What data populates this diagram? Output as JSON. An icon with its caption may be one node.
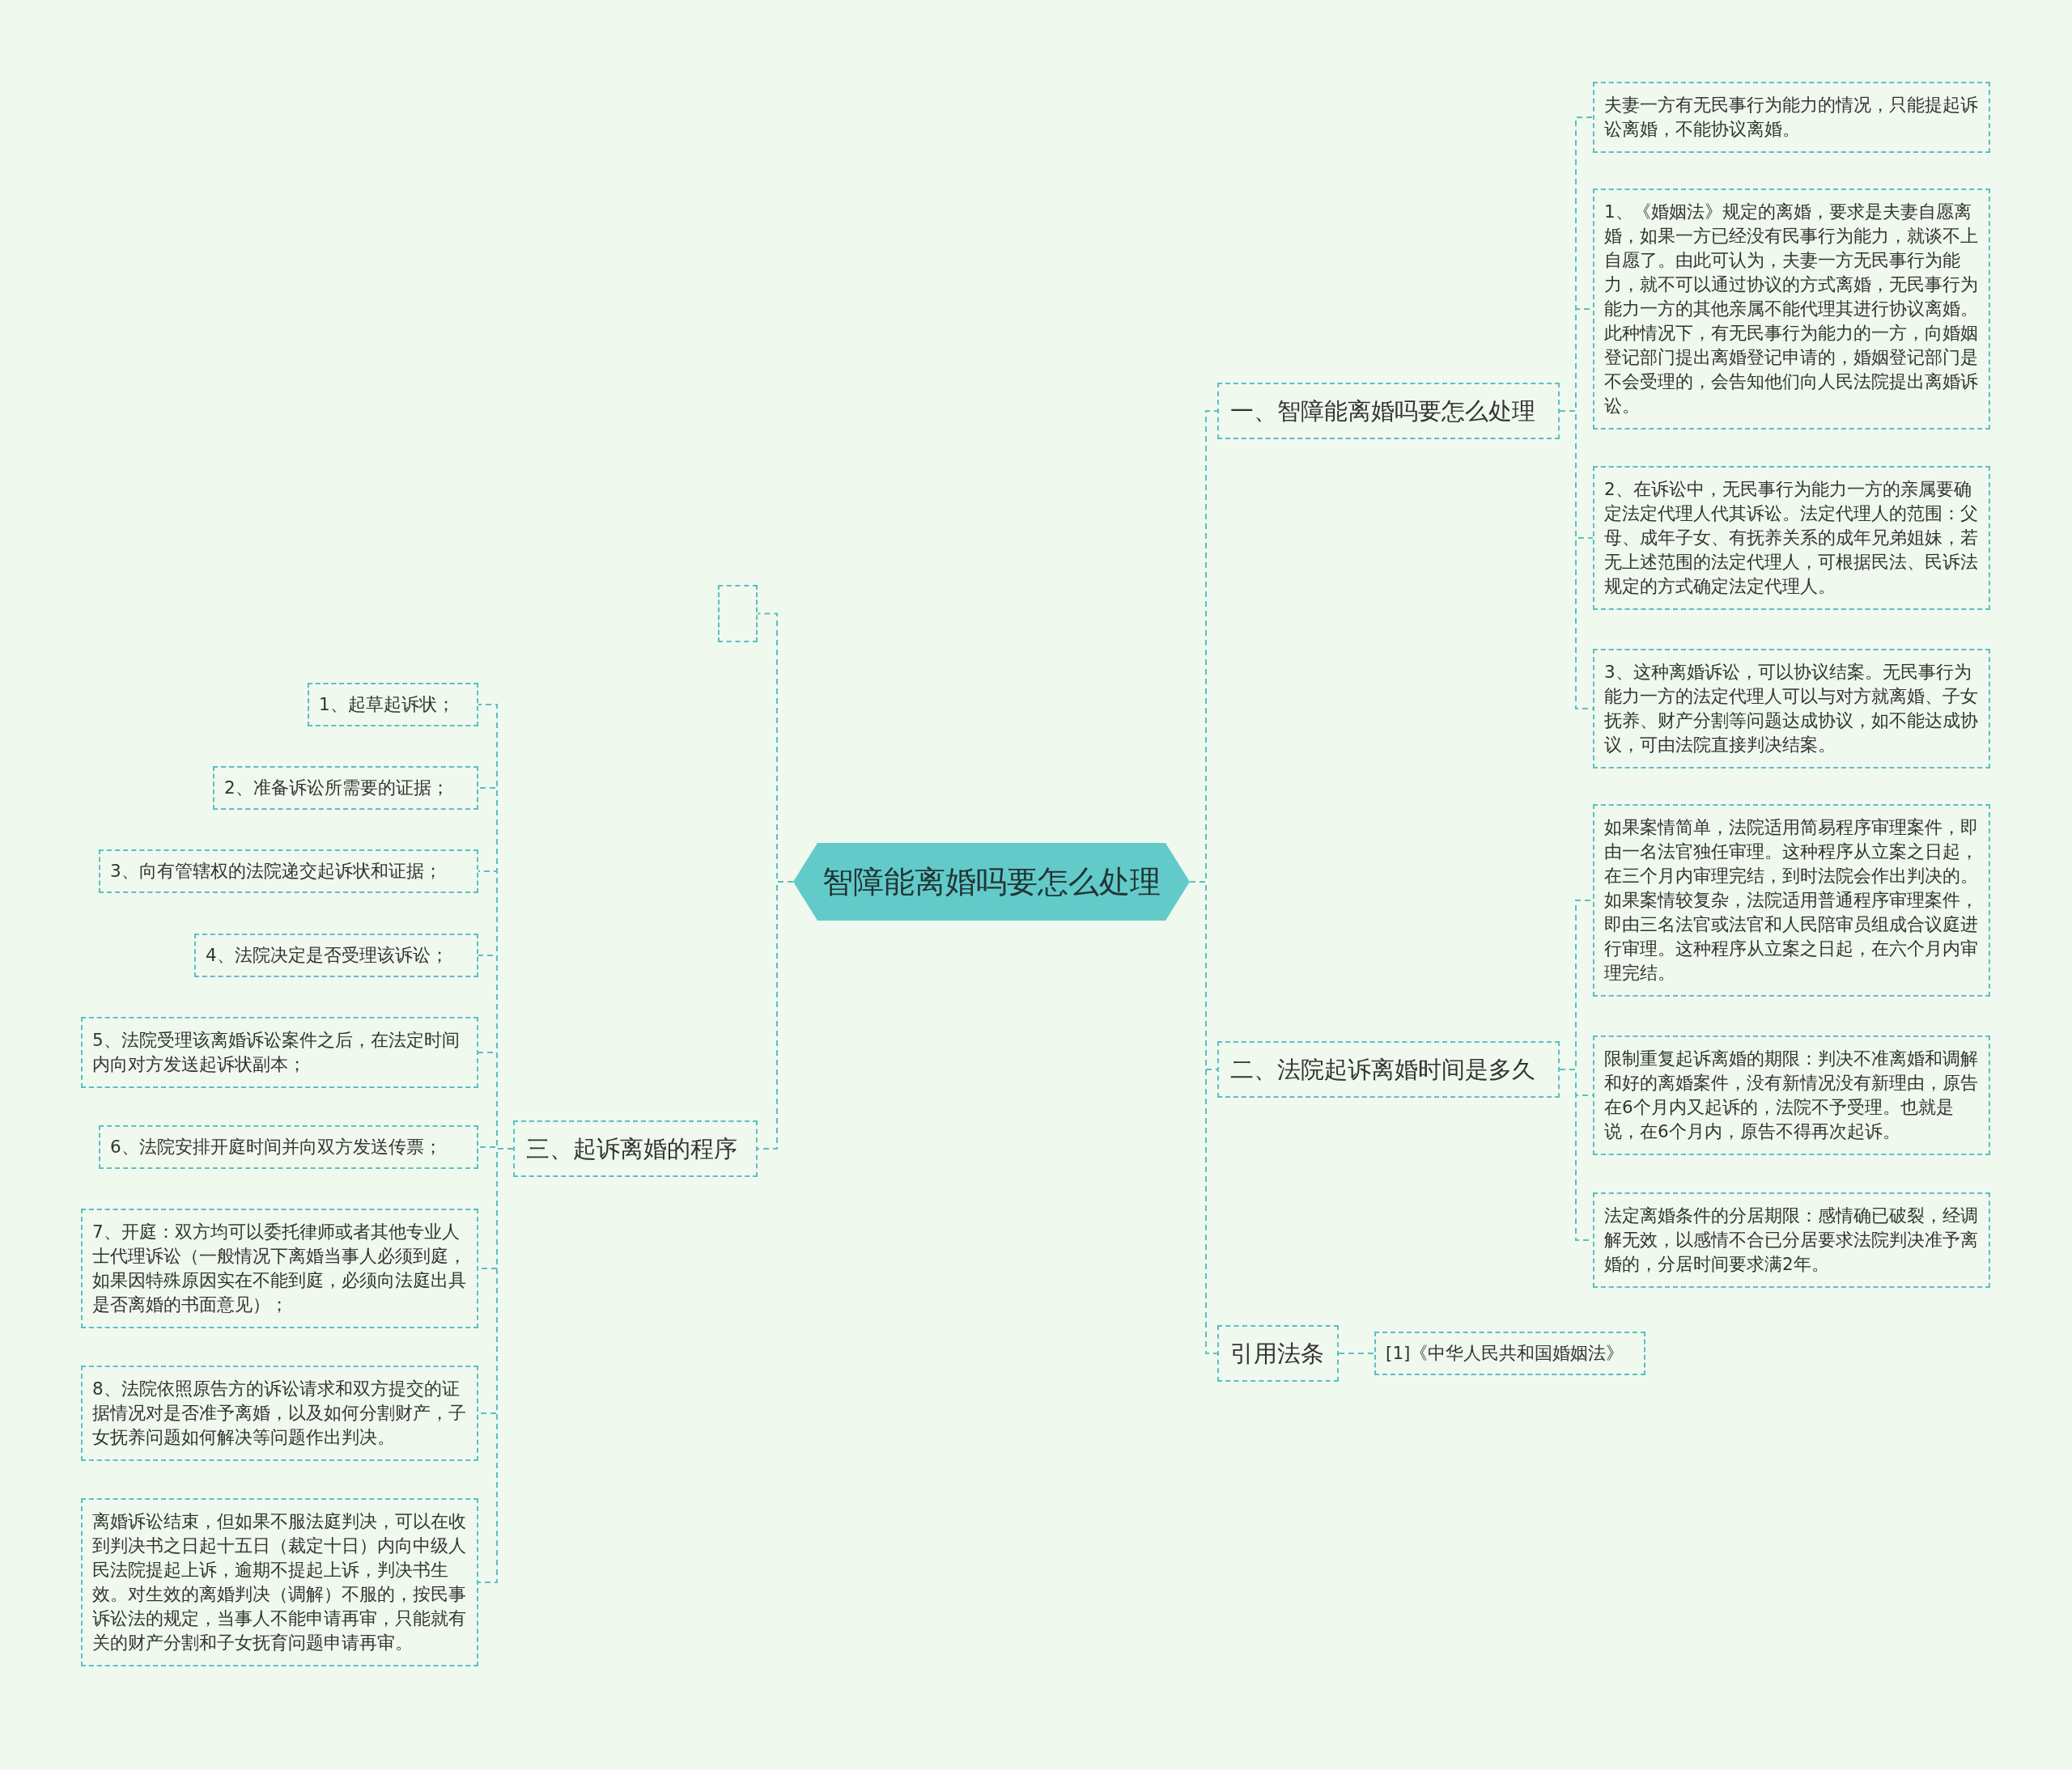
{
  "diagram": {
    "nodes": [
      {
        "text": [
          "智障能离婚吗要怎么处理"
        ]
      },
      {
        "text": [
          "一、智障能离婚吗要怎么处理"
        ]
      },
      {
        "text": [
          "夫妻一方有无民事行为能力的情况，只能提起诉讼离婚，不能协议离婚。"
        ]
      },
      {
        "text": [
          "1、《婚姻法》规定的离婚，要求是夫妻自愿离婚，如果一方已经没有民事行为能力，就谈不上自愿了。由此可认为，夫妻一方无民事行为能力，就不可以通过协议的方式离婚，无民事行为能力一方的其他亲属不能代理其进行协议离婚。此种情况下，有无民事行为能力的一方，向婚姻登记部门提出离婚登记申请的，婚姻登记部门是不会受理的，会告知他们向人民法院提出离婚诉讼。"
        ]
      },
      {
        "text": [
          "2、在诉讼中，无民事行为能力一方的亲属要确定法定代理人代其诉讼。法定代理人的范围：父母、成年子女、有抚养关系的成年兄弟姐妹，若无上述范围的法定代理人，可根据民法、民诉法规定的方式确定法定代理人。"
        ]
      },
      {
        "text": [
          "3、这种离婚诉讼，可以协议结案。无民事行为能力一方的法定代理人可以与对方就离婚、子女抚养、财产分割等问题达成协议，如不能达成协议，可由法院直接判决结案。"
        ]
      },
      {
        "text": [
          "二、法院起诉离婚时间是多久"
        ]
      },
      {
        "text": [
          "如果案情简单，法院适用简易程序审理案件，即由一名法官独任审理。这种程序从立案之日起，在三个月内审理完结，到时法院会作出判决的。如果案情较复杂，法院适用普通程序审理案件，即由三名法官或法官和人民陪审员组成合议庭进行审理。这种程序从立案之日起，在六个月内审理完结。"
        ]
      },
      {
        "text": [
          "限制重复起诉离婚的期限：判决不准离婚和调解和好的离婚案件，没有新情况没有新理由，原告在6个月内又起诉的，法院不予受理。也就是说，在6个月内，原告不得再次起诉。"
        ]
      },
      {
        "text": [
          "法定离婚条件的分居期限：感情确已破裂，经调解无效，以感情不合已分居要求法院判决准予离婚的，分居时间要求满2年。"
        ]
      },
      {
        "text": [
          "引用法条"
        ]
      },
      {
        "text": [
          "[1]《中华人民共和国婚姻法》"
        ]
      },
      {
        "text": [],
        "shape": "box"
      },
      {
        "text": [
          "三、起诉离婚的程序"
        ]
      },
      {
        "text": [
          "1、起草起诉状；"
        ]
      },
      {
        "text": [
          "2、准备诉讼所需要的证据；"
        ]
      },
      {
        "text": [
          "3、向有管辖权的法院递交起诉状和证据；"
        ]
      },
      {
        "text": [
          "4、法院决定是否受理该诉讼；"
        ]
      },
      {
        "text": [
          "5、法院受理该离婚诉讼案件之后，在法定时间内向对方发送起诉状副本；"
        ]
      },
      {
        "text": [
          "6、法院安排开庭时间并向双方发送传票；"
        ]
      },
      {
        "text": [
          "7、开庭：双方均可以委托律师或者其他专业人士代理诉讼（一般情况下离婚当事人必须到庭，如果因特殊原因实在不能到庭，必须向法庭出具是否离婚的书面意见）；"
        ]
      },
      {
        "text": [
          "8、法院依照原告方的诉讼请求和双方提交的证据情况对是否准予离婚，以及如何分割财产，子女抚养问题如何解决等问题作出判决。"
        ]
      },
      {
        "text": [
          "离婚诉讼结束，但如果不服法庭判决，可以在收到判决书之日起十五日（裁定十日）内向中级人民法院提起上诉，逾期不提起上诉，判决书生效。对生效的离婚判决（调解）不服的，按民事诉讼法的规定，当事人不能申请再审，只能就有关的财产分割和子女抚育问题申请再审。"
        ]
      }
    ],
    "edges": [
      {
        "from": 0,
        "to": 1,
        "arrow": "none"
      },
      {
        "from": 1,
        "to": 2,
        "arrow": "none"
      },
      {
        "from": 1,
        "to": 3,
        "arrow": "none"
      },
      {
        "from": 1,
        "to": 4,
        "arrow": "none"
      },
      {
        "from": 1,
        "to": 5,
        "arrow": "none"
      },
      {
        "from": 0,
        "to": 6,
        "arrow": "none"
      },
      {
        "from": 6,
        "to": 7,
        "arrow": "none"
      },
      {
        "from": 6,
        "to": 8,
        "arrow": "none"
      },
      {
        "from": 6,
        "to": 9,
        "arrow": "none"
      },
      {
        "from": 0,
        "to": 10,
        "arrow": "none"
      },
      {
        "from": 10,
        "to": 11,
        "arrow": "none"
      },
      {
        "from": 0,
        "to": 12,
        "arrow": "none"
      },
      {
        "from": 0,
        "to": 13,
        "arrow": "none"
      },
      {
        "from": 13,
        "to": 14,
        "arrow": "none"
      },
      {
        "from": 13,
        "to": 15,
        "arrow": "none"
      },
      {
        "from": 13,
        "to": 16,
        "arrow": "none"
      },
      {
        "from": 13,
        "to": 17,
        "arrow": "none"
      },
      {
        "from": 13,
        "to": 18,
        "arrow": "none"
      },
      {
        "from": 13,
        "to": 19,
        "arrow": "none"
      },
      {
        "from": 13,
        "to": 20,
        "arrow": "none"
      },
      {
        "from": 13,
        "to": 21,
        "arrow": "none"
      },
      {
        "from": 13,
        "to": 22,
        "arrow": "none"
      }
    ]
  }
}
